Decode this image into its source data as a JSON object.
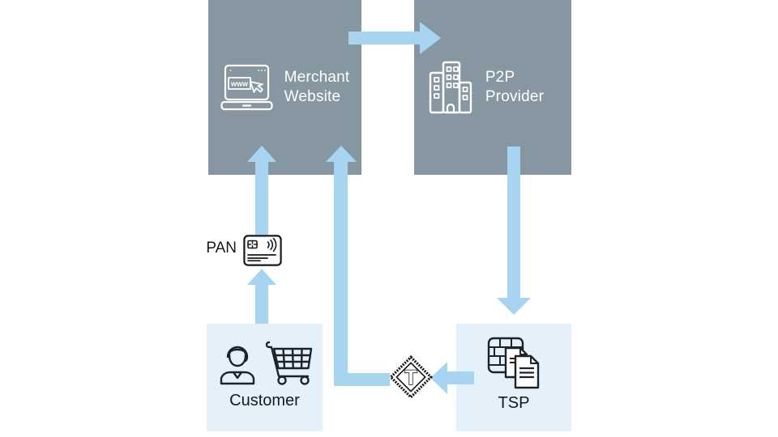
{
  "diagram": {
    "type": "payment-tokenization-flow",
    "nodes": {
      "merchant_website": {
        "label": [
          "Merchant",
          "Website"
        ],
        "icon": "merchant-website-icon",
        "icon_text": "www"
      },
      "p2p_provider": {
        "label": [
          "P2P",
          "Provider"
        ],
        "icon": "building-icon"
      },
      "customer": {
        "label": "Customer",
        "icons": [
          "person-icon",
          "shopping-cart-icon"
        ]
      },
      "tsp": {
        "label": "TSP",
        "icon": "token-vault-documents-icon"
      },
      "pan": {
        "label": "PAN",
        "icon": "credit-card-icon"
      },
      "token": {
        "label": "T",
        "icon": "token-diamond-icon"
      }
    },
    "edges": [
      {
        "from": "merchant_website",
        "to": "p2p_provider",
        "direction": "right"
      },
      {
        "from": "customer",
        "to": "pan",
        "direction": "up"
      },
      {
        "from": "pan",
        "to": "merchant_website",
        "direction": "up"
      },
      {
        "from": "p2p_provider",
        "to": "tsp",
        "direction": "down"
      },
      {
        "from": "tsp",
        "to": "token",
        "direction": "left"
      },
      {
        "from": "token",
        "to": "merchant_website",
        "direction": "left-then-up"
      }
    ],
    "colors": {
      "node_gray": "#8797a1",
      "node_light": "#e5f1fa",
      "arrow": "#a7d4f1",
      "text_light": "#ffffff",
      "text_dark": "#15191d",
      "icon_dark": "#1d2329"
    }
  }
}
